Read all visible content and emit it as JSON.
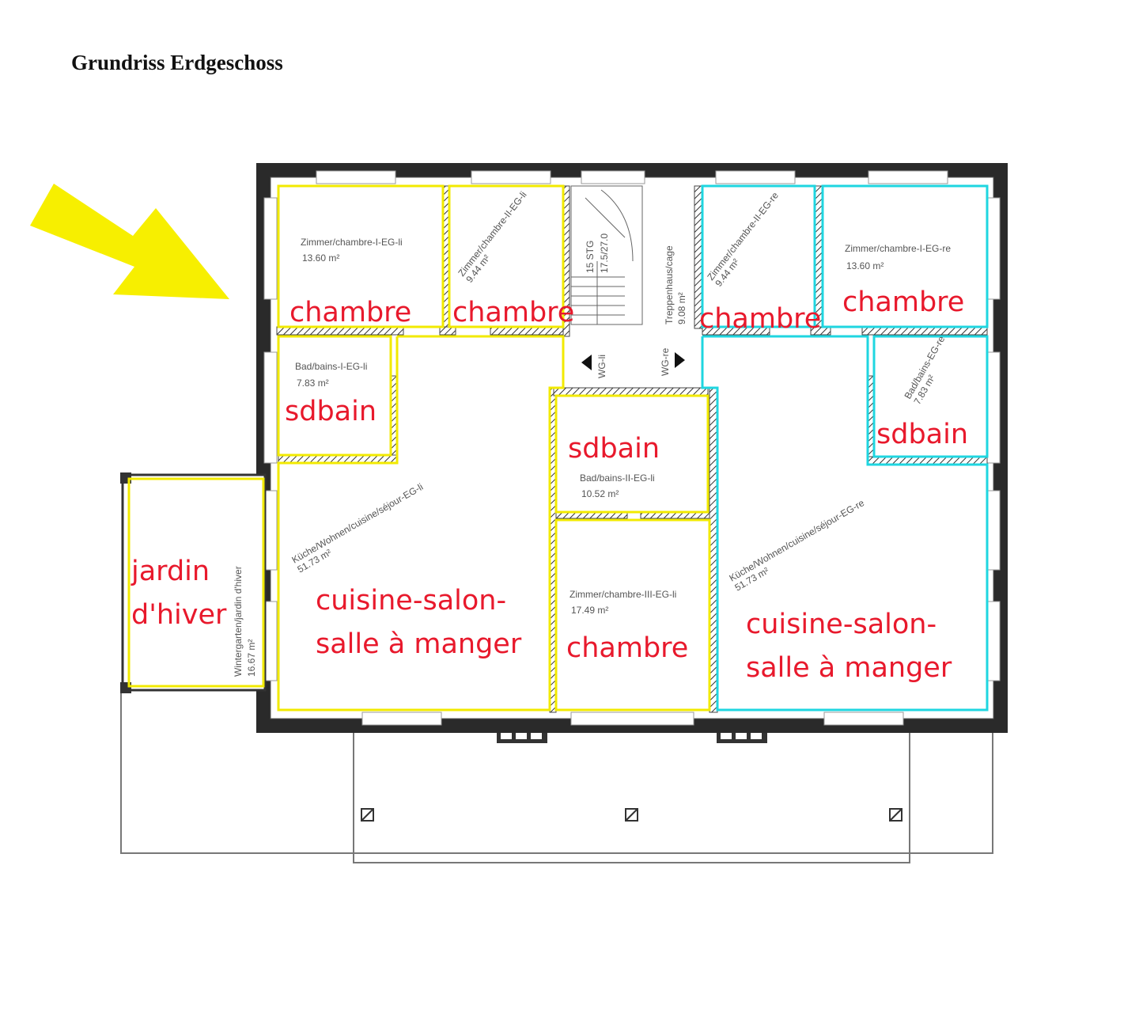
{
  "title": "Grundriss Erdgeschoss",
  "colors": {
    "left_unit": "#f2ea00",
    "right_unit": "#1fd6e0",
    "labels": "#e8192c",
    "arrow": "#f7ef00"
  },
  "arrow_icon": "yellow-arrow",
  "room_labels": {
    "left_chambre_1": "chambre",
    "left_chambre_2": "chambre",
    "right_chambre_1": "chambre",
    "right_chambre_2": "chambre",
    "left_sdbain": "sdbain",
    "middle_sdbain": "sdbain",
    "right_sdbain": "sdbain",
    "jardin_line1": "jardin",
    "jardin_line2": "d'hiver",
    "left_cuisine_line1": "cuisine-salon-",
    "left_cuisine_line2": "salle à manger",
    "middle_chambre": "chambre",
    "right_cuisine_line1": "cuisine-salon-",
    "right_cuisine_line2": "salle à manger"
  },
  "plan_annotations": {
    "zimmer_i_li": "Zimmer/chambre-I-EG-li",
    "zimmer_i_li_area": "13.60 m²",
    "zimmer_ii_li": "Zimmer/chambre-II-EG-li",
    "zimmer_ii_li_area": "9.44 m²",
    "bad_i_li": "Bad/bains-I-EG-li",
    "bad_i_li_area": "7.83 m²",
    "bad_ii_li": "Bad/bains-II-EG-li",
    "bad_ii_li_area": "10.52 m²",
    "zimmer_iii_li": "Zimmer/chambre-III-EG-li",
    "zimmer_iii_li_area": "17.49 m²",
    "zimmer_i_re": "Zimmer/chambre-I-EG-re",
    "zimmer_i_re_area": "13.60 m²",
    "zimmer_ii_re": "Zimmer/chambre-II-EG-re",
    "zimmer_ii_re_area": "9.44 m²",
    "bad_re": "Bad/bains-EG-re",
    "bad_re_area": "7.83 m²",
    "kueche_li": "Küche/Wohnen/cuisine/séjour-EG-li",
    "kueche_li_area": "51.73 m²",
    "kueche_re": "Küche/Wohnen/cuisine/séjour-EG-re",
    "kueche_re_area": "51.73 m²",
    "wintergarten": "Wintergarten/jardin d'hiver",
    "wintergarten_area": "16.67 m²",
    "stair": "15 STG",
    "stair_2": "17.5/27.0",
    "treppenhaus": "Treppenhaus/cage",
    "treppenhaus_area": "9.08 m²",
    "wg_li": "WG-li",
    "wg_re": "WG-re"
  }
}
